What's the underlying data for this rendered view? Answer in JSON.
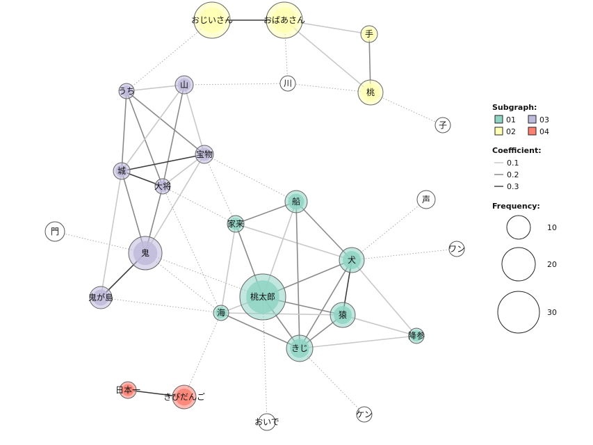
{
  "legend": {
    "subgraph_title": "Subgraph:",
    "subgraphs": [
      {
        "id": "01",
        "color": "#8fd3c3"
      },
      {
        "id": "02",
        "color": "#ffffb3"
      },
      {
        "id": "03",
        "color": "#bebada"
      },
      {
        "id": "04",
        "color": "#fb8072"
      }
    ],
    "coefficient_title": "Coefficient:",
    "coefficients": [
      "0.1",
      "0.2",
      "0.3"
    ],
    "frequency_title": "Frequency:",
    "frequencies": [
      "10",
      "20",
      "30"
    ]
  },
  "colors": {
    "01": "#8fd3c3",
    "02": "#ffffb3",
    "03": "#bebada",
    "04": "#fb8072",
    "none": "#ffffff"
  },
  "nodes": [
    {
      "id": "ojiisan",
      "label": "おじいさん",
      "group": "02"
    },
    {
      "id": "obaasan",
      "label": "おばあさん",
      "group": "02"
    },
    {
      "id": "te",
      "label": "手",
      "group": "02"
    },
    {
      "id": "momo",
      "label": "桃",
      "group": "02"
    },
    {
      "id": "kawa",
      "label": "川",
      "group": "none"
    },
    {
      "id": "ko",
      "label": "子",
      "group": "none"
    },
    {
      "id": "uchi",
      "label": "うち",
      "group": "03"
    },
    {
      "id": "yama",
      "label": "山",
      "group": "03"
    },
    {
      "id": "takara",
      "label": "宝物",
      "group": "03"
    },
    {
      "id": "shiro",
      "label": "城",
      "group": "03"
    },
    {
      "id": "taisho",
      "label": "大将",
      "group": "03"
    },
    {
      "id": "oni",
      "label": "鬼",
      "group": "03"
    },
    {
      "id": "onigashima",
      "label": "鬼が島",
      "group": "03"
    },
    {
      "id": "mon",
      "label": "門",
      "group": "none"
    },
    {
      "id": "kerai",
      "label": "家来",
      "group": "01"
    },
    {
      "id": "fune",
      "label": "船",
      "group": "01"
    },
    {
      "id": "inu",
      "label": "犬",
      "group": "01"
    },
    {
      "id": "momotaro",
      "label": "桃太郎",
      "group": "01"
    },
    {
      "id": "umi",
      "label": "海",
      "group": "01"
    },
    {
      "id": "saru",
      "label": "猿",
      "group": "01"
    },
    {
      "id": "kiji",
      "label": "きじ",
      "group": "01"
    },
    {
      "id": "kosan",
      "label": "降参",
      "group": "01"
    },
    {
      "id": "koe",
      "label": "声",
      "group": "none"
    },
    {
      "id": "wan",
      "label": "ワン",
      "group": "none"
    },
    {
      "id": "ken",
      "label": "ケン",
      "group": "none"
    },
    {
      "id": "oide",
      "label": "おいで",
      "group": "none"
    },
    {
      "id": "nihonichi",
      "label": "日本一",
      "group": "04"
    },
    {
      "id": "kibidango",
      "label": "きびだんご",
      "group": "04"
    }
  ],
  "edges": [
    {
      "source": "ojiisan",
      "target": "obaasan",
      "style": "solid",
      "coef": 0.3
    },
    {
      "source": "obaasan",
      "target": "te",
      "style": "solid",
      "coef": 0.1
    },
    {
      "source": "obaasan",
      "target": "momo",
      "style": "solid",
      "coef": 0.1
    },
    {
      "source": "te",
      "target": "momo",
      "style": "solid",
      "coef": 0.2
    },
    {
      "source": "obaasan",
      "target": "kawa",
      "style": "dotted"
    },
    {
      "source": "kawa",
      "target": "momo",
      "style": "dotted"
    },
    {
      "source": "yama",
      "target": "kawa",
      "style": "dotted"
    },
    {
      "source": "momo",
      "target": "ko",
      "style": "dotted"
    },
    {
      "source": "ojiisan",
      "target": "uchi",
      "style": "dotted"
    },
    {
      "source": "uchi",
      "target": "yama",
      "style": "solid",
      "coef": 0.1
    },
    {
      "source": "uchi",
      "target": "shiro",
      "style": "solid",
      "coef": 0.2
    },
    {
      "source": "uchi",
      "target": "takara",
      "style": "solid",
      "coef": 0.2
    },
    {
      "source": "uchi",
      "target": "taisho",
      "style": "solid",
      "coef": 0.2
    },
    {
      "source": "yama",
      "target": "shiro",
      "style": "solid",
      "coef": 0.1
    },
    {
      "source": "yama",
      "target": "taisho",
      "style": "solid",
      "coef": 0.2
    },
    {
      "source": "yama",
      "target": "takara",
      "style": "solid",
      "coef": 0.1
    },
    {
      "source": "shiro",
      "target": "takara",
      "style": "solid",
      "coef": 0.3
    },
    {
      "source": "shiro",
      "target": "taisho",
      "style": "solid",
      "coef": 0.3
    },
    {
      "source": "shiro",
      "target": "oni",
      "style": "solid",
      "coef": 0.2
    },
    {
      "source": "shiro",
      "target": "onigashima",
      "style": "solid",
      "coef": 0.1
    },
    {
      "source": "taisho",
      "target": "takara",
      "style": "solid",
      "coef": 0.1
    },
    {
      "source": "taisho",
      "target": "oni",
      "style": "solid",
      "coef": 0.2
    },
    {
      "source": "takara",
      "target": "oni",
      "style": "solid",
      "coef": 0.1
    },
    {
      "source": "oni",
      "target": "onigashima",
      "style": "solid",
      "coef": 0.3
    },
    {
      "source": "takara",
      "target": "fune",
      "style": "dotted"
    },
    {
      "source": "takara",
      "target": "kerai",
      "style": "dotted"
    },
    {
      "source": "taisho",
      "target": "kerai",
      "style": "dotted"
    },
    {
      "source": "taisho",
      "target": "umi",
      "style": "dotted"
    },
    {
      "source": "mon",
      "target": "oni",
      "style": "dotted"
    },
    {
      "source": "oni",
      "target": "umi",
      "style": "dotted"
    },
    {
      "source": "oni",
      "target": "momotaro",
      "style": "dotted"
    },
    {
      "source": "onigashima",
      "target": "umi",
      "style": "dotted"
    },
    {
      "source": "kerai",
      "target": "fune",
      "style": "solid",
      "coef": 0.2
    },
    {
      "source": "kerai",
      "target": "momotaro",
      "style": "solid",
      "coef": 0.2
    },
    {
      "source": "kerai",
      "target": "umi",
      "style": "solid",
      "coef": 0.1
    },
    {
      "source": "kerai",
      "target": "inu",
      "style": "solid",
      "coef": 0.1
    },
    {
      "source": "fune",
      "target": "inu",
      "style": "solid",
      "coef": 0.2
    },
    {
      "source": "fune",
      "target": "momotaro",
      "style": "solid",
      "coef": 0.1
    },
    {
      "source": "fune",
      "target": "kiji",
      "style": "solid",
      "coef": 0.2
    },
    {
      "source": "inu",
      "target": "momotaro",
      "style": "solid",
      "coef": 0.2
    },
    {
      "source": "inu",
      "target": "saru",
      "style": "solid",
      "coef": 0.3
    },
    {
      "source": "inu",
      "target": "kiji",
      "style": "solid",
      "coef": 0.2
    },
    {
      "source": "inu",
      "target": "kosan",
      "style": "solid",
      "coef": 0.1
    },
    {
      "source": "momotaro",
      "target": "umi",
      "style": "solid",
      "coef": 0.1
    },
    {
      "source": "momotaro",
      "target": "saru",
      "style": "solid",
      "coef": 0.2
    },
    {
      "source": "momotaro",
      "target": "kiji",
      "style": "solid",
      "coef": 0.2
    },
    {
      "source": "umi",
      "target": "saru",
      "style": "solid",
      "coef": 0.1
    },
    {
      "source": "umi",
      "target": "kiji",
      "style": "solid",
      "coef": 0.2
    },
    {
      "source": "saru",
      "target": "kiji",
      "style": "solid",
      "coef": 0.2
    },
    {
      "source": "saru",
      "target": "kosan",
      "style": "solid",
      "coef": 0.1
    },
    {
      "source": "kiji",
      "target": "kosan",
      "style": "solid",
      "coef": 0.1
    },
    {
      "source": "inu",
      "target": "koe",
      "style": "dotted"
    },
    {
      "source": "inu",
      "target": "wan",
      "style": "dotted"
    },
    {
      "source": "kiji",
      "target": "ken",
      "style": "dotted"
    },
    {
      "source": "momotaro",
      "target": "oide",
      "style": "dotted"
    },
    {
      "source": "umi",
      "target": "kibidango",
      "style": "dotted"
    },
    {
      "source": "nihonichi",
      "target": "kibidango",
      "style": "solid",
      "coef": 0.3
    }
  ]
}
